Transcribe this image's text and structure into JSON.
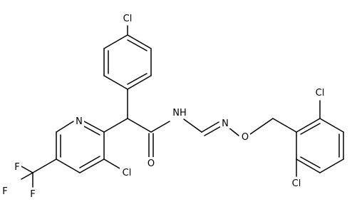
{
  "molecule": {
    "atoms": [
      {
        "id": "Cl1",
        "label": "Cl"
      },
      {
        "id": "N1",
        "label": "N"
      },
      {
        "id": "Cl2",
        "label": "Cl"
      },
      {
        "id": "NH",
        "label": "NH"
      },
      {
        "id": "N2",
        "label": "N"
      },
      {
        "id": "O1",
        "label": "O"
      },
      {
        "id": "O2",
        "label": "O"
      },
      {
        "id": "Cl3",
        "label": "Cl"
      },
      {
        "id": "Cl4",
        "label": "Cl"
      },
      {
        "id": "F1",
        "label": "F"
      },
      {
        "id": "F2",
        "label": "F"
      },
      {
        "id": "F3",
        "label": "F"
      }
    ]
  }
}
